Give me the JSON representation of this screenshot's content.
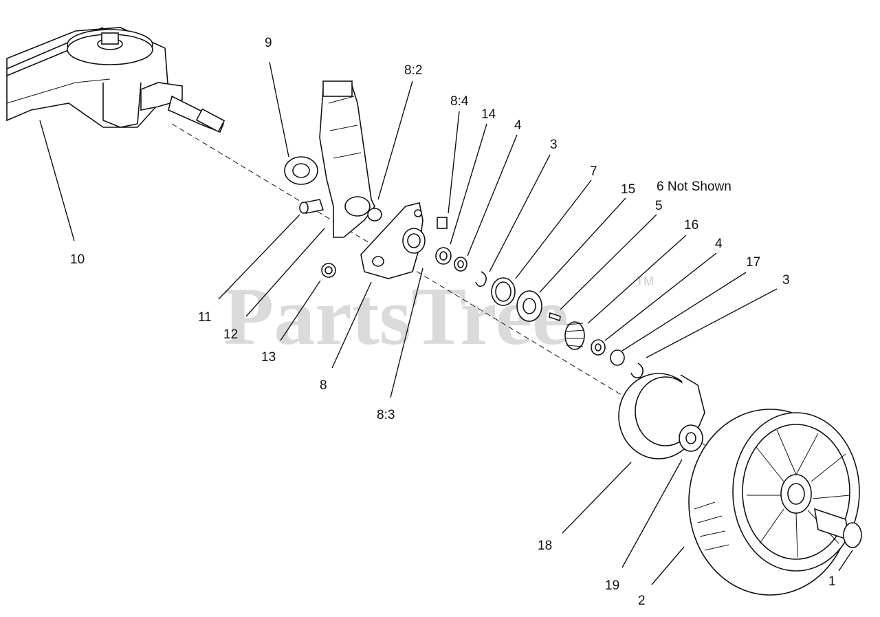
{
  "watermark": {
    "text": "PartsTree",
    "trademark": "TM"
  },
  "callouts": [
    {
      "id": "9",
      "text": "9"
    },
    {
      "id": "8-2",
      "text": "8:2"
    },
    {
      "id": "8-4",
      "text": "8:4"
    },
    {
      "id": "14",
      "text": "14"
    },
    {
      "id": "4a",
      "text": "4"
    },
    {
      "id": "3a",
      "text": "3"
    },
    {
      "id": "7",
      "text": "7"
    },
    {
      "id": "6",
      "text": "6 Not Shown"
    },
    {
      "id": "15",
      "text": "15"
    },
    {
      "id": "5",
      "text": "5"
    },
    {
      "id": "16",
      "text": "16"
    },
    {
      "id": "4b",
      "text": "4"
    },
    {
      "id": "17",
      "text": "17"
    },
    {
      "id": "3b",
      "text": "3"
    },
    {
      "id": "10",
      "text": "10"
    },
    {
      "id": "11",
      "text": "11"
    },
    {
      "id": "12",
      "text": "12"
    },
    {
      "id": "13",
      "text": "13"
    },
    {
      "id": "8",
      "text": "8"
    },
    {
      "id": "8-3",
      "text": "8:3"
    },
    {
      "id": "18",
      "text": "18"
    },
    {
      "id": "19",
      "text": "19"
    },
    {
      "id": "2",
      "text": "2"
    },
    {
      "id": "1",
      "text": "1"
    }
  ]
}
